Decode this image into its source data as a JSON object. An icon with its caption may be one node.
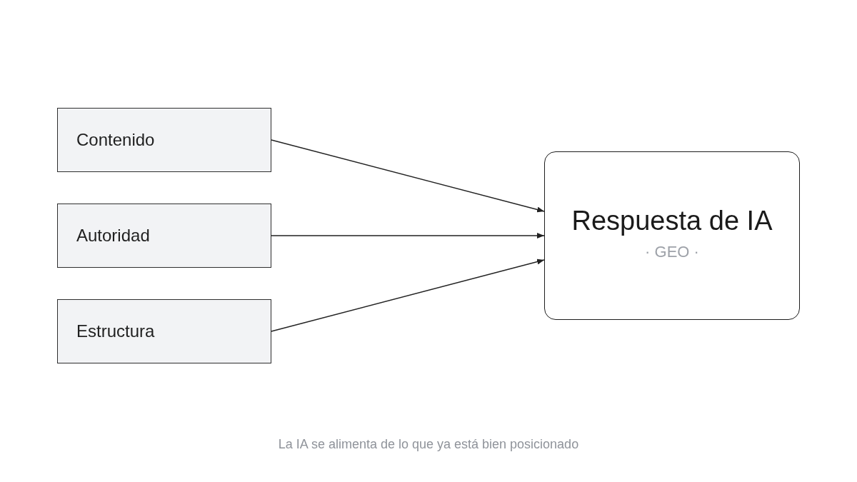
{
  "diagram": {
    "caption": "La IA se alimenta de lo que ya está bien posicionado",
    "nodes": [
      {
        "text": [
          "Contenido"
        ]
      },
      {
        "text": [
          "Autoridad"
        ]
      },
      {
        "text": [
          "Estructura"
        ]
      },
      {
        "text": [
          "Respuesta de IA",
          "· GEO ·"
        ]
      }
    ],
    "edges": [
      {
        "from": 0,
        "to": 3,
        "arrow": "to"
      },
      {
        "from": 1,
        "to": 3,
        "arrow": "to"
      },
      {
        "from": 2,
        "to": 3,
        "arrow": "to"
      }
    ]
  }
}
